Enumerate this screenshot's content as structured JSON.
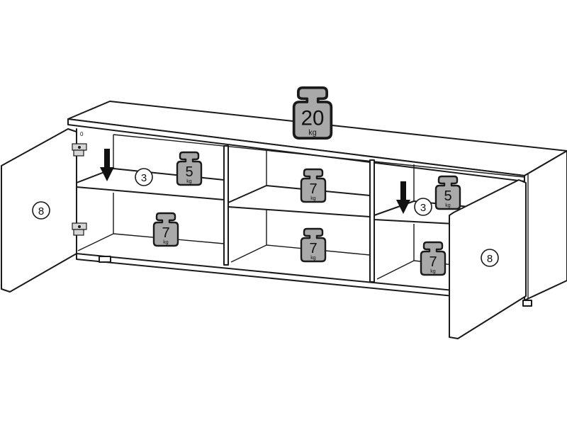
{
  "diagram": {
    "weights": [
      {
        "id": "top",
        "value": "20",
        "unit": "kg"
      },
      {
        "id": "left-shelf",
        "value": "5",
        "unit": "kg"
      },
      {
        "id": "left-bottom",
        "value": "7",
        "unit": "kg"
      },
      {
        "id": "middle-upper",
        "value": "7",
        "unit": "kg"
      },
      {
        "id": "middle-lower",
        "value": "7",
        "unit": "kg"
      },
      {
        "id": "right-shelf",
        "value": "5",
        "unit": "kg"
      },
      {
        "id": "right-bottom",
        "value": "7",
        "unit": "kg"
      }
    ],
    "callouts": {
      "left_door": "8",
      "right_door": "8",
      "left_shelf": "3",
      "right_shelf": "3"
    },
    "hinge_mark": "0"
  }
}
